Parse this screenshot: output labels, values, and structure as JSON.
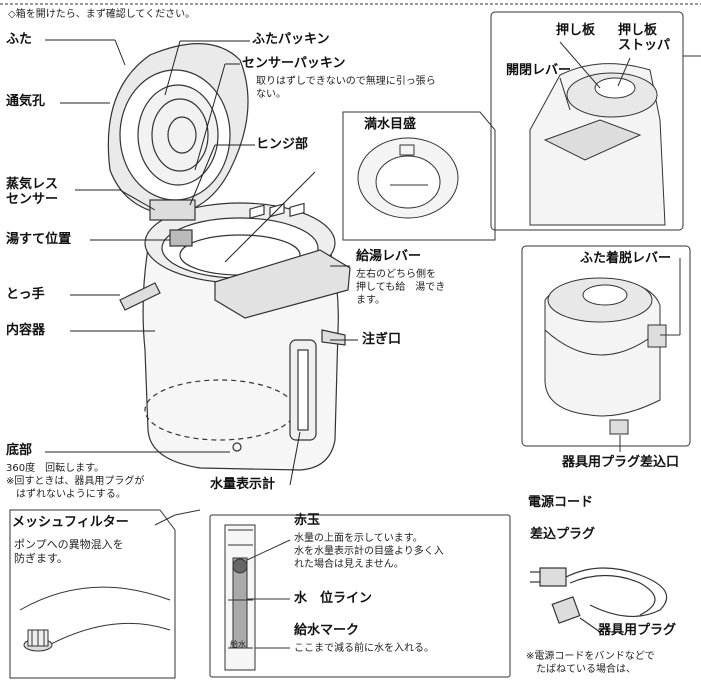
{
  "header_note": "◇箱を開けたら、まず確認してください。",
  "labels": {
    "futa": "ふた",
    "tsuukikou": "通気孔",
    "jouki": "蒸気レス\nセンサー",
    "yusute": "湯すて位置",
    "totte": "とっ手",
    "naiyouki": "内容器",
    "teibu": "底部",
    "futa_packing": "ふたパッキン",
    "sensor_packing": "センサーパッキン",
    "hinge": "ヒンジ部",
    "mansui": "満水目盛",
    "kyuuyu": "給湯レバー",
    "tsugiguchi": "注ぎ口",
    "suiryou": "水量表示計",
    "oshiita": "押し板",
    "oshiita_stopper": "押し板\nストッパ",
    "kaihei": "開閉レバー",
    "futa_chakudatsu": "ふた着脱レバー",
    "kigu_plug_inlet": "器具用プラグ差込口",
    "dengen": "電源コード",
    "sashikomi": "差込プラグ",
    "kigu_plug": "器具用プラグ",
    "mesh": "メッシュフィルター",
    "akadama": "赤玉",
    "suii_line": "水　位ライン",
    "kyuusui": "給水マーク"
  },
  "notes": {
    "sensor_packing": "取りはずしできないので無理に引っ張ら\nない。",
    "kyuuyu": "左右のどちら側を\n押しても給　湯でき\nます。",
    "teibu": "360度　回転します。\n※回すときは、器具用プラグが\n　はずれないようにする。",
    "mesh": "ポンプへの異物混入を\n防ぎます。",
    "akadama": "水量の上面を示しています。\n水を水量表示計の目盛より多く入\nれた場合は見えません。",
    "kyuusui": "ここまで減る前に水を入れる。",
    "dengen": "※電源コードをバンドなどで\n　たばねている場合は、"
  },
  "gauge_text": "給水"
}
